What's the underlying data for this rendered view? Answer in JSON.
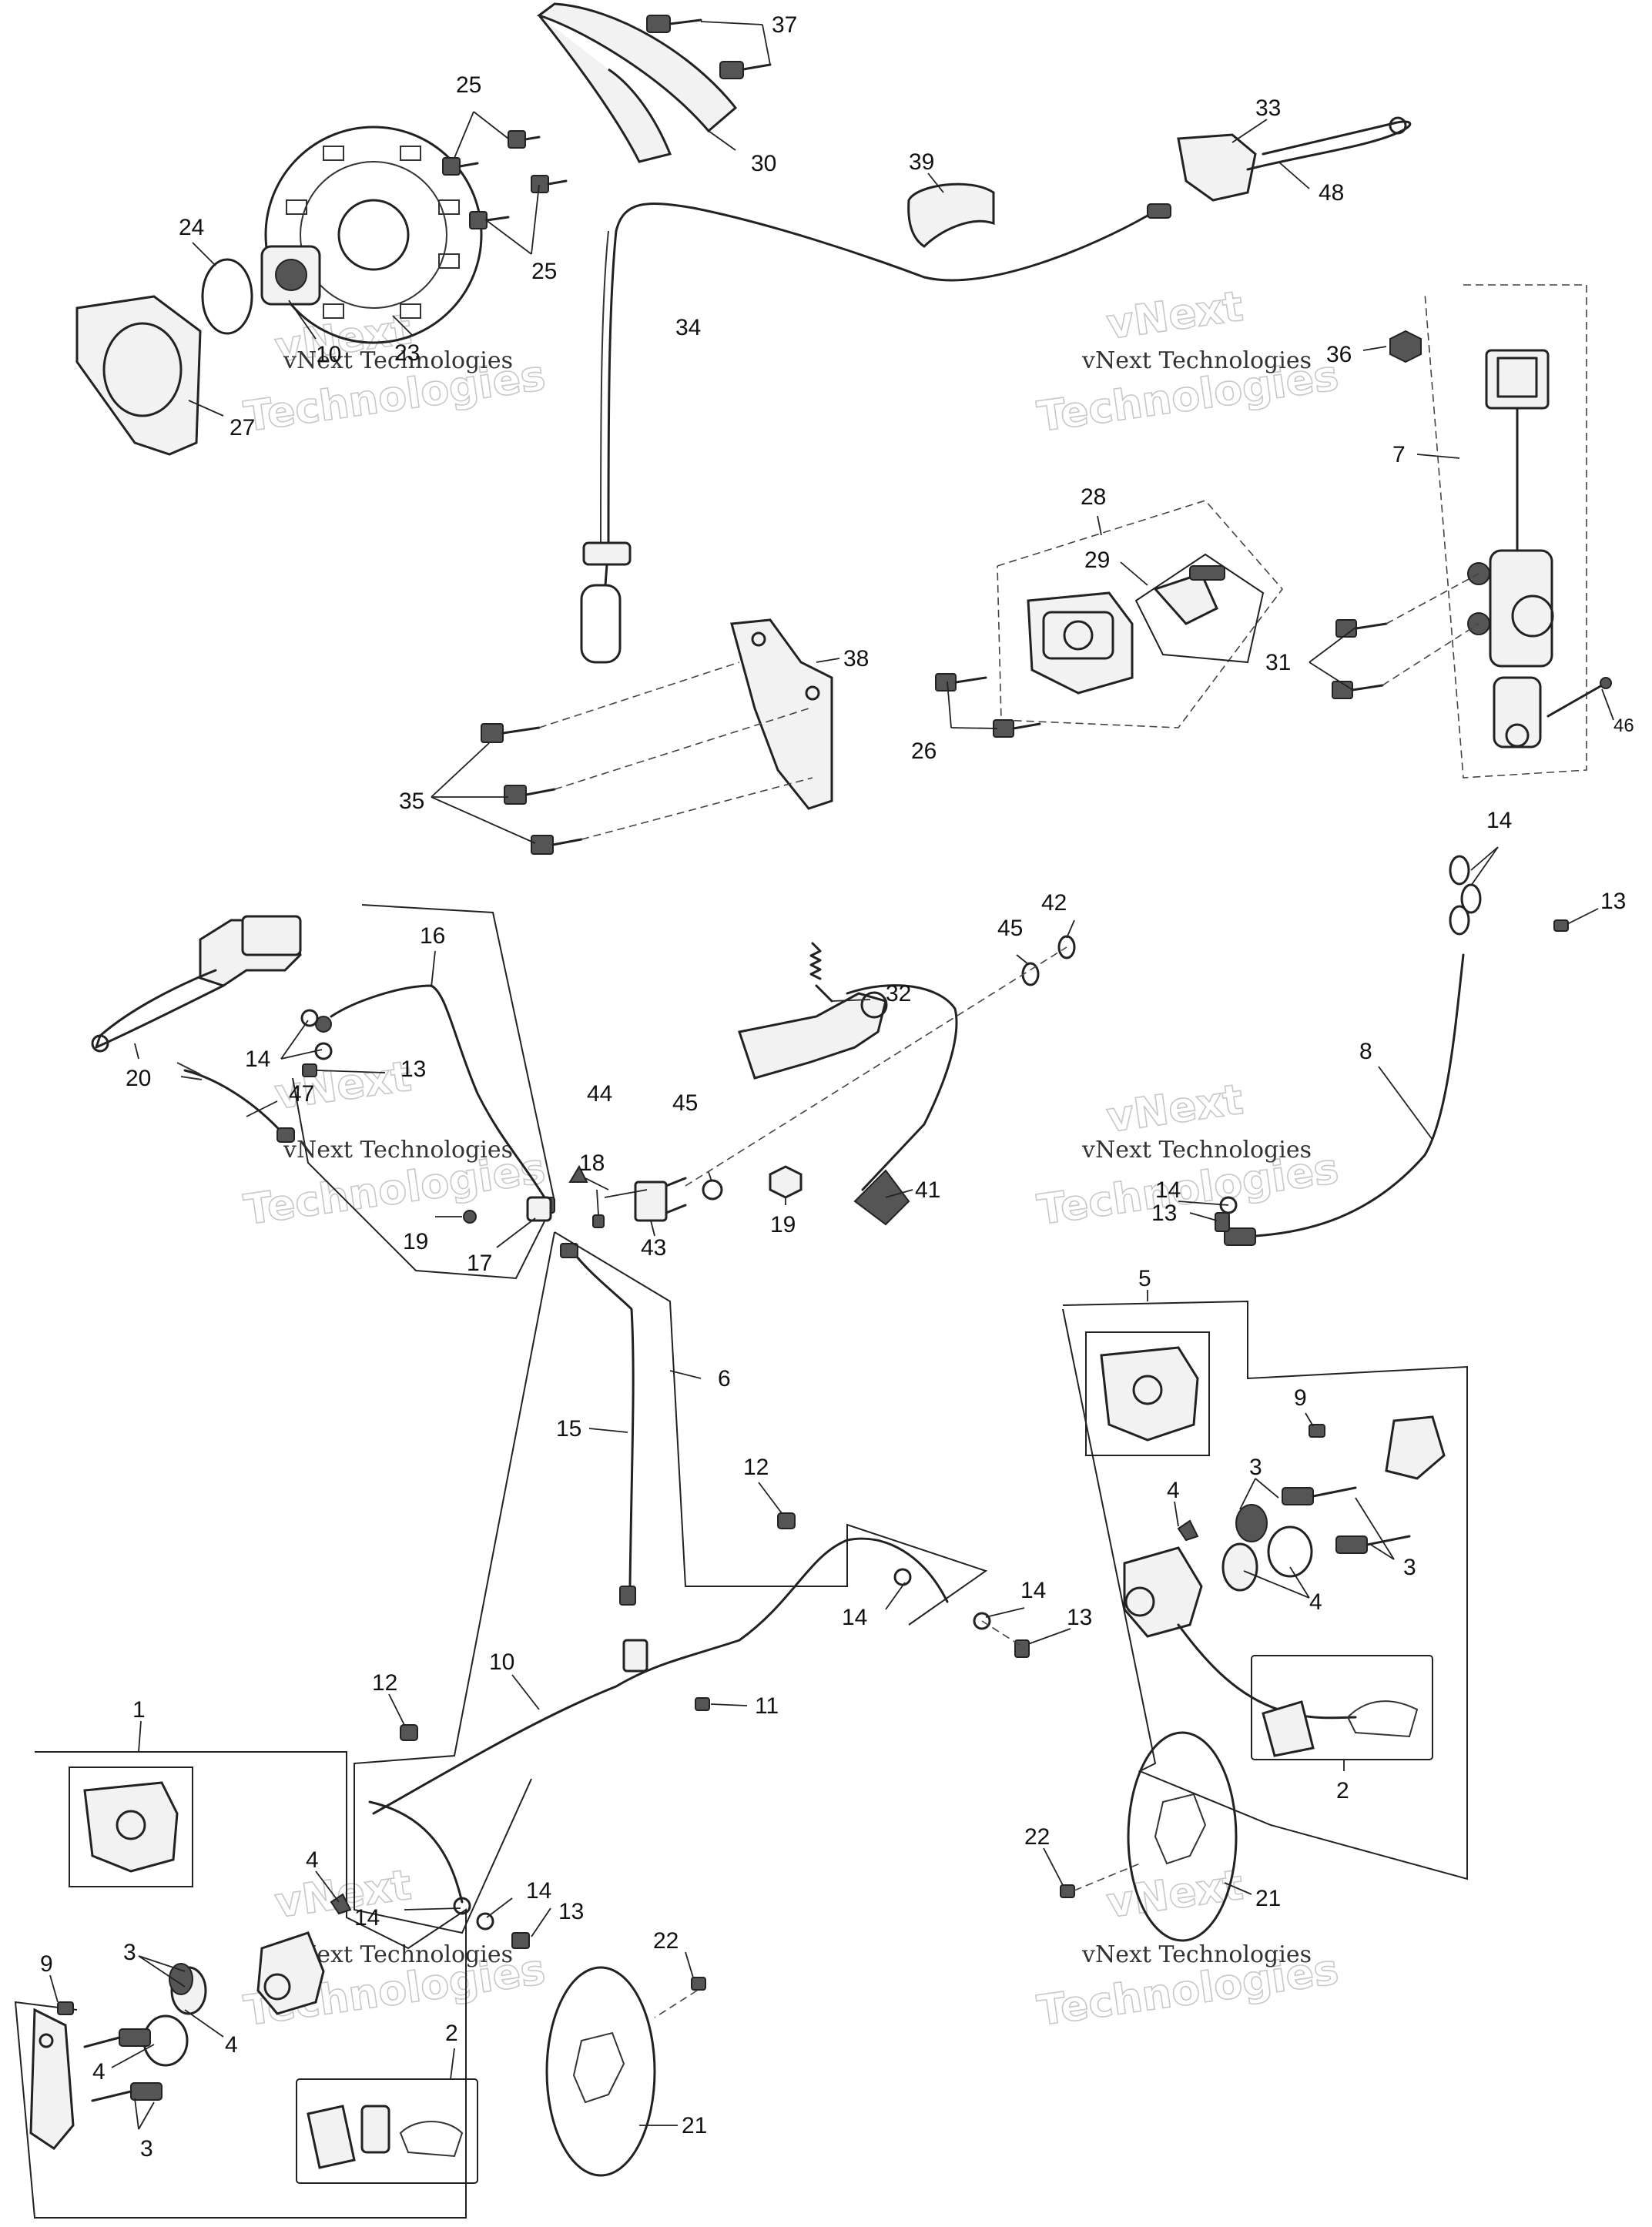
{
  "callouts": [
    {
      "id": "c37",
      "text": "37"
    },
    {
      "id": "c25a",
      "text": "25"
    },
    {
      "id": "c30",
      "text": "30"
    },
    {
      "id": "c33",
      "text": "33"
    },
    {
      "id": "c39",
      "text": "39"
    },
    {
      "id": "c48",
      "text": "48"
    },
    {
      "id": "c24",
      "text": "24"
    },
    {
      "id": "c25b",
      "text": "25"
    },
    {
      "id": "c34",
      "text": "34"
    },
    {
      "id": "c10",
      "text": "10"
    },
    {
      "id": "c23",
      "text": "23"
    },
    {
      "id": "c36",
      "text": "36"
    },
    {
      "id": "c27",
      "text": "27"
    },
    {
      "id": "c7",
      "text": "7"
    },
    {
      "id": "c28",
      "text": "28"
    },
    {
      "id": "c29",
      "text": "29"
    },
    {
      "id": "c38",
      "text": "38"
    },
    {
      "id": "c31",
      "text": "31"
    },
    {
      "id": "c46",
      "text": "46"
    },
    {
      "id": "c26",
      "text": "26"
    },
    {
      "id": "c35",
      "text": "35"
    },
    {
      "id": "c14a",
      "text": "14"
    },
    {
      "id": "c13a",
      "text": "13"
    },
    {
      "id": "c42",
      "text": "42"
    },
    {
      "id": "c16",
      "text": "16"
    },
    {
      "id": "c45a",
      "text": "45"
    },
    {
      "id": "c32",
      "text": "32"
    },
    {
      "id": "c8",
      "text": "8"
    },
    {
      "id": "c14b",
      "text": "14"
    },
    {
      "id": "c13b",
      "text": "13"
    },
    {
      "id": "c20",
      "text": "20"
    },
    {
      "id": "c47",
      "text": "47"
    },
    {
      "id": "c44",
      "text": "44"
    },
    {
      "id": "c45b",
      "text": "45"
    },
    {
      "id": "c18",
      "text": "18"
    },
    {
      "id": "c41",
      "text": "41"
    },
    {
      "id": "c14c",
      "text": "14"
    },
    {
      "id": "c13c",
      "text": "13"
    },
    {
      "id": "c19a",
      "text": "19"
    },
    {
      "id": "c19b",
      "text": "19"
    },
    {
      "id": "c43",
      "text": "43"
    },
    {
      "id": "c17",
      "text": "17"
    },
    {
      "id": "c5",
      "text": "5"
    },
    {
      "id": "c6",
      "text": "6"
    },
    {
      "id": "c9a",
      "text": "9"
    },
    {
      "id": "c15",
      "text": "15"
    },
    {
      "id": "c12a",
      "text": "12"
    },
    {
      "id": "c3a",
      "text": "3"
    },
    {
      "id": "c4a",
      "text": "4"
    },
    {
      "id": "c3b",
      "text": "3"
    },
    {
      "id": "c4b",
      "text": "4"
    },
    {
      "id": "c14d",
      "text": "14"
    },
    {
      "id": "c14e",
      "text": "14"
    },
    {
      "id": "c13d",
      "text": "13"
    },
    {
      "id": "c10b",
      "text": "10"
    },
    {
      "id": "c11",
      "text": "11"
    },
    {
      "id": "c12b",
      "text": "12"
    },
    {
      "id": "c1",
      "text": "1"
    },
    {
      "id": "c2a",
      "text": "2"
    },
    {
      "id": "c22a",
      "text": "22"
    },
    {
      "id": "c4c",
      "text": "4"
    },
    {
      "id": "c14f",
      "text": "14"
    },
    {
      "id": "c14g",
      "text": "14"
    },
    {
      "id": "c13e",
      "text": "13"
    },
    {
      "id": "c21a",
      "text": "21"
    },
    {
      "id": "c3c",
      "text": "3"
    },
    {
      "id": "c9b",
      "text": "9"
    },
    {
      "id": "c22b",
      "text": "22"
    },
    {
      "id": "c4d",
      "text": "4"
    },
    {
      "id": "c4e",
      "text": "4"
    },
    {
      "id": "c2b",
      "text": "2"
    },
    {
      "id": "c3d",
      "text": "3"
    },
    {
      "id": "c21b",
      "text": "21"
    }
  ],
  "watermark": {
    "line1": "vNext Technologies",
    "line2": "Technologies",
    "line3": "vNext"
  }
}
